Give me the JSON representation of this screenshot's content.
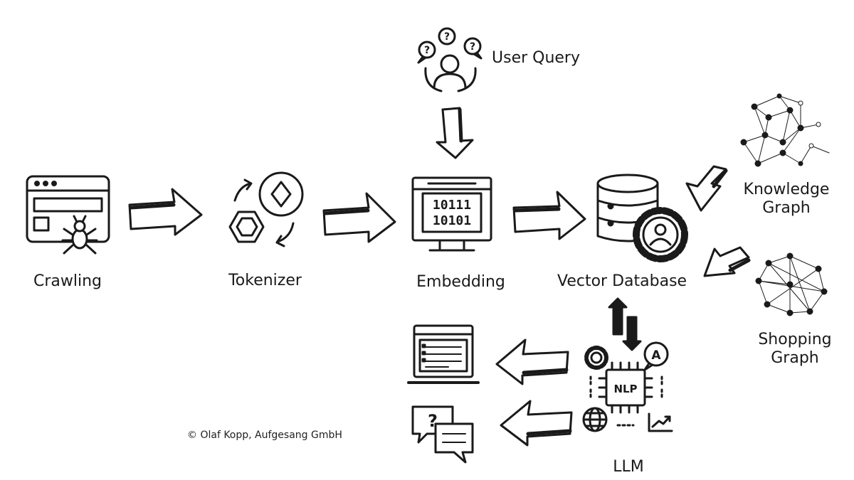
{
  "nodes": {
    "crawling": "Crawling",
    "tokenizer": "Tokenizer",
    "embedding": "Embedding",
    "vector_db": "Vector Database",
    "user_query": "User Query",
    "knowledge_graph": [
      "Knowledge",
      "Graph"
    ],
    "shopping_graph": [
      "Shopping",
      "Graph"
    ],
    "llm": "LLM"
  },
  "icons": {
    "embedding_binary": [
      "10111",
      "10101"
    ],
    "llm_chip": "NLP",
    "llm_bubble": "A",
    "output_question": "?"
  },
  "copyright": "© Olaf Kopp, Aufgesang GmbH",
  "colors": {
    "ink": "#1a1a1a",
    "background": "#ffffff"
  }
}
